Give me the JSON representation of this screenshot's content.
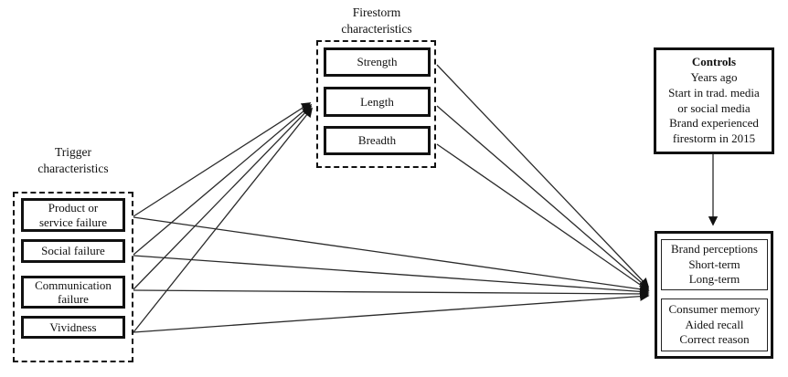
{
  "colors": {
    "background": "#ffffff",
    "border": "#111111",
    "line": "#2a2a2a",
    "text": "#111111"
  },
  "trigger": {
    "label": "Trigger\ncharacteristics",
    "items": [
      "Product or\nservice failure",
      "Social failure",
      "Communication\nfailure",
      "Vividness"
    ]
  },
  "firestorm": {
    "label": "Firestorm\ncharacteristics",
    "items": [
      "Strength",
      "Length",
      "Breadth"
    ]
  },
  "controls": {
    "title": "Controls",
    "lines": [
      "Years ago",
      "Start in trad. media",
      "or social media",
      "Brand experienced",
      "firestorm in 2015"
    ]
  },
  "outcomes": {
    "brand_perceptions": {
      "title": "Brand perceptions",
      "items": [
        "Short-term",
        "Long-term"
      ]
    },
    "consumer_memory": {
      "title": "Consumer memory",
      "items": [
        "Aided recall",
        "Correct reason"
      ]
    }
  },
  "relationships": [
    {
      "from": "trigger-characteristics",
      "to": "firestorm-characteristics"
    },
    {
      "from": "trigger-characteristics",
      "to": "outcomes"
    },
    {
      "from": "firestorm-characteristics",
      "to": "outcomes"
    },
    {
      "from": "controls",
      "to": "outcomes"
    }
  ]
}
